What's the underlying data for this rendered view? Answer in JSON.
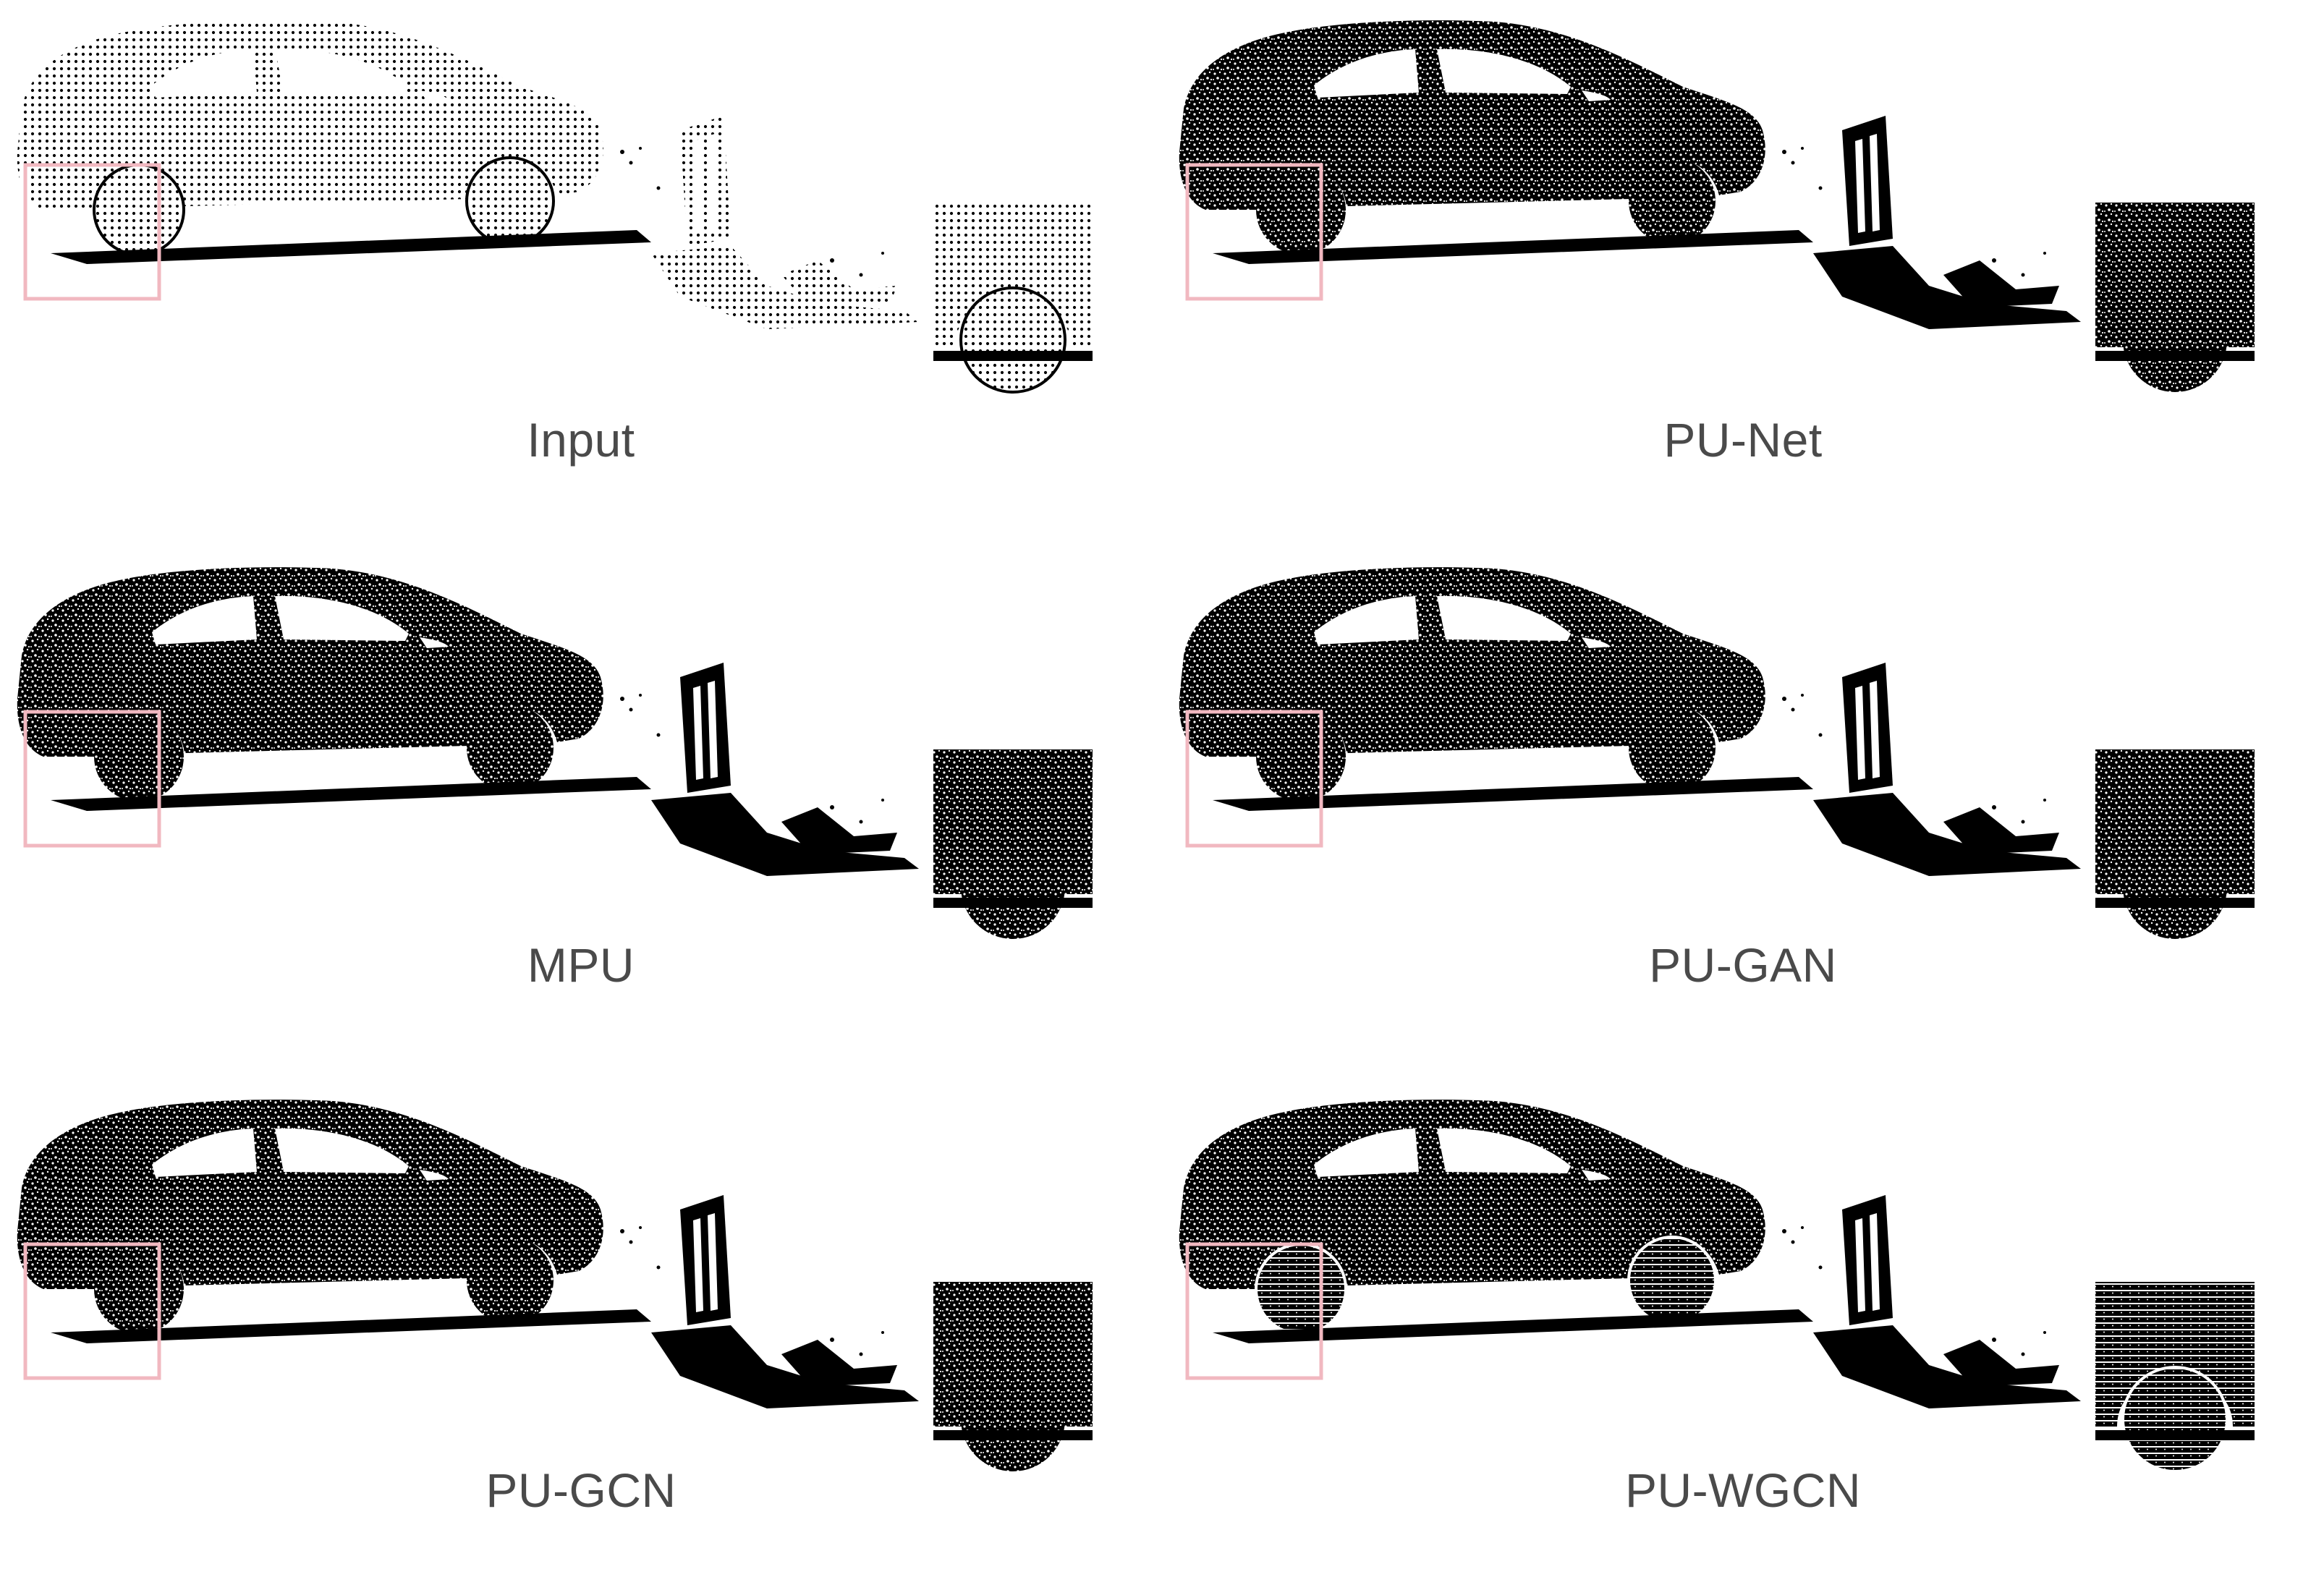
{
  "figure": {
    "panels": [
      {
        "label": "Input",
        "density": "sparse",
        "inset_pattern": "grid"
      },
      {
        "label": "PU-Net",
        "density": "dense",
        "inset_pattern": "noisy"
      },
      {
        "label": "MPU",
        "density": "dense",
        "inset_pattern": "noisy"
      },
      {
        "label": "PU-GAN",
        "density": "dense",
        "inset_pattern": "noisy"
      },
      {
        "label": "PU-GCN",
        "density": "dense",
        "inset_pattern": "noisy"
      },
      {
        "label": "PU-WGCN",
        "density": "dense",
        "inset_pattern": "structured"
      }
    ],
    "colors": {
      "point": "#000000",
      "highlight_box": "#f1b8c0",
      "caption": "#4a4a4a"
    }
  }
}
